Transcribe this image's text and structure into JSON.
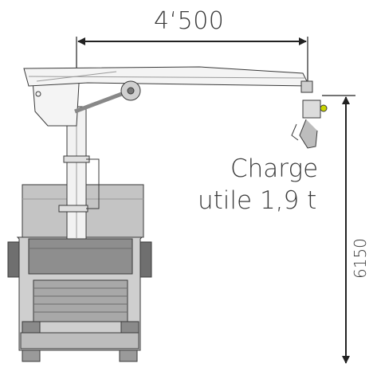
{
  "dimensions": {
    "horizontal_reach": "4‘500",
    "vertical_height": "6150"
  },
  "load_label": {
    "line1": "Charge",
    "line2": "utile 1,9 t"
  },
  "colors": {
    "outline": "#3a3a3a",
    "truck_fill": "#d2d2d2",
    "truck_dark": "#7c7c7c",
    "accent": "#c8d400"
  }
}
